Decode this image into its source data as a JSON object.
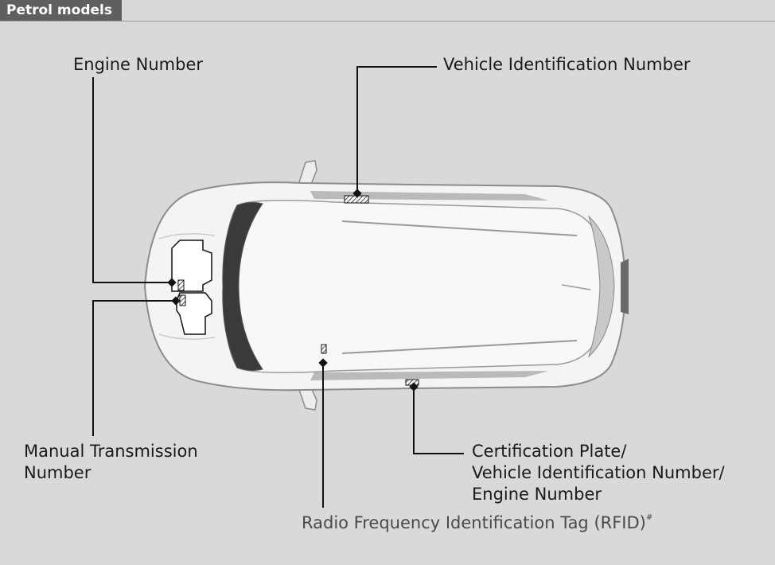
{
  "section_tag": "Petrol models",
  "labels": {
    "engine_number": "Engine Number",
    "vin_top": "Vehicle Identification Number",
    "manual_transmission": [
      "Manual Transmission",
      "Number"
    ],
    "certification": [
      "Certification Plate/",
      "Vehicle Identification Number/",
      "Engine Number"
    ],
    "rfid": "Radio Frequency Identification Tag (RFID)",
    "rfid_mark": "#"
  },
  "colors": {
    "background": "#d9d9d9",
    "tag_background": "#5f5f5f",
    "leader_line": "#111111",
    "car_fill": "#f4f4f4",
    "car_outline": "#8c8c8c"
  }
}
